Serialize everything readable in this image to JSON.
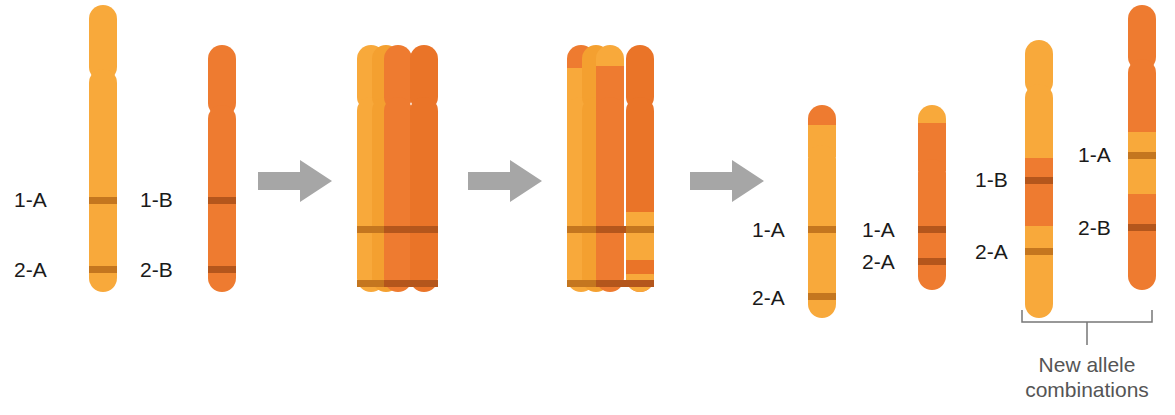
{
  "diagram": {
    "labels": [
      "1-A",
      "2-A",
      "1-B",
      "2-B",
      "1-A",
      "2-A",
      "1-A",
      "2-A",
      "1-B",
      "2-A",
      "1-A",
      "2-B",
      "New allele combinations"
    ]
  }
}
